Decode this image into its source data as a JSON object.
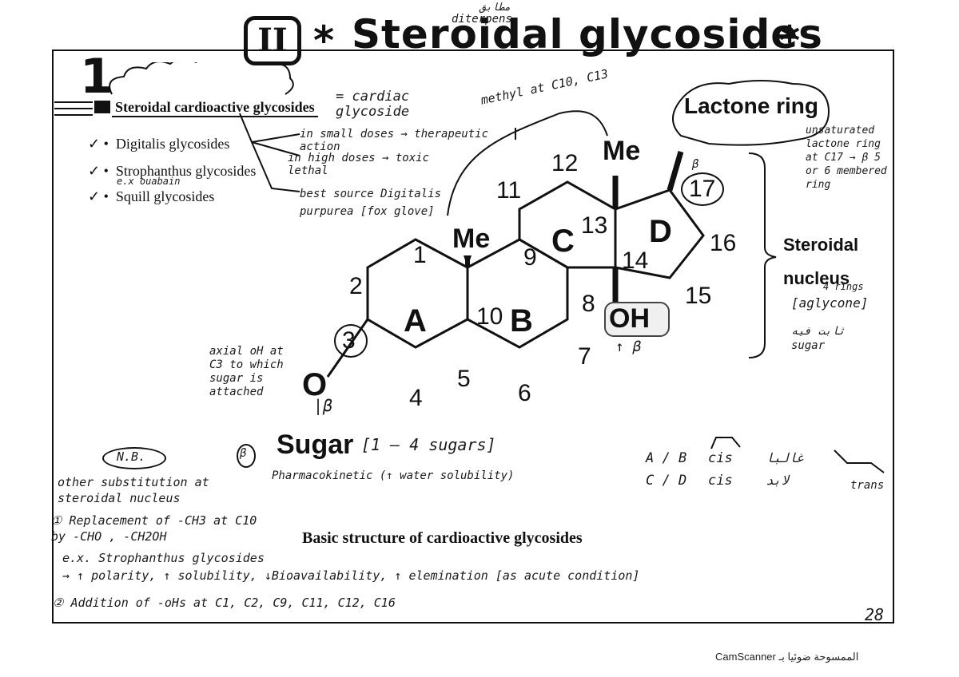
{
  "section": {
    "roman": "II",
    "title": "Steroidal glycosides",
    "star": "*",
    "top_note_ar": "مطابق",
    "top_note": "diterpens"
  },
  "heading": {
    "number": "1",
    "label": "Steroidal cardioactive glycosides",
    "note": "= cardiac glycoside"
  },
  "glycoside_list": [
    {
      "label": "Digitalis glycosides"
    },
    {
      "label": "Strophanthus glycosides",
      "note": "e.x ouabain"
    },
    {
      "label": "Squill glycosides"
    }
  ],
  "dose_notes": [
    "in small doses → therapeutic action",
    "in high doses → toxic lethal",
    "best source Digitalis purpurea [fox glove]"
  ],
  "methyl_note": "methyl at C10, C13",
  "lactone": {
    "title": "Lactone ring",
    "note": "unsaturated lactone ring at C17 → β 5 or 6 membered ring",
    "beta": "β"
  },
  "steroid": {
    "rings": [
      "A",
      "B",
      "C",
      "D"
    ],
    "atoms": [
      "1",
      "2",
      "3",
      "4",
      "5",
      "6",
      "7",
      "8",
      "9",
      "10",
      "11",
      "12",
      "13",
      "14",
      "15",
      "16",
      "17"
    ],
    "me_c10": "Me",
    "me_c13": "Me",
    "oh": "OH",
    "oxygen": "O",
    "oh_note": "↑ β",
    "o_note": "|β"
  },
  "nucleus": {
    "title": "Steroidal nucleus",
    "note1": "4 rings",
    "note2": "[aglycone]",
    "note3": "ثابت فيه sugar"
  },
  "axial_note": "axial oH at C3 to which sugar is attached",
  "sugar": {
    "label": "Sugar",
    "note": "[1 — 4 sugars]",
    "pk_note": "Pharmacokinetic (↑ water solubility)",
    "beta": "β"
  },
  "fusion": {
    "rows": [
      {
        "rings": "A / B",
        "type": "cis",
        "ar": "غالبا"
      },
      {
        "rings": "C / D",
        "type": "cis",
        "ar": "لابد"
      }
    ],
    "trans": "trans"
  },
  "nb": {
    "label": "N.B.",
    "lines": [
      "other substitution at steroidal nucleus",
      "① Replacement of -CH3 at C10 by -CHO , -CH2OH",
      "e.x. Strophanthus glycosides",
      "→ ↑ polarity, ↑ solubility, ↓Bioavailability, ↑ elemination [as acute condition]",
      "② Addition of -oHs at C1, C2, C9, C11, C12, C16"
    ]
  },
  "caption": "Basic structure of cardioactive glycosides",
  "page_number": "28",
  "watermark": "CamScanner الممسوحة ضوئيا بـ"
}
